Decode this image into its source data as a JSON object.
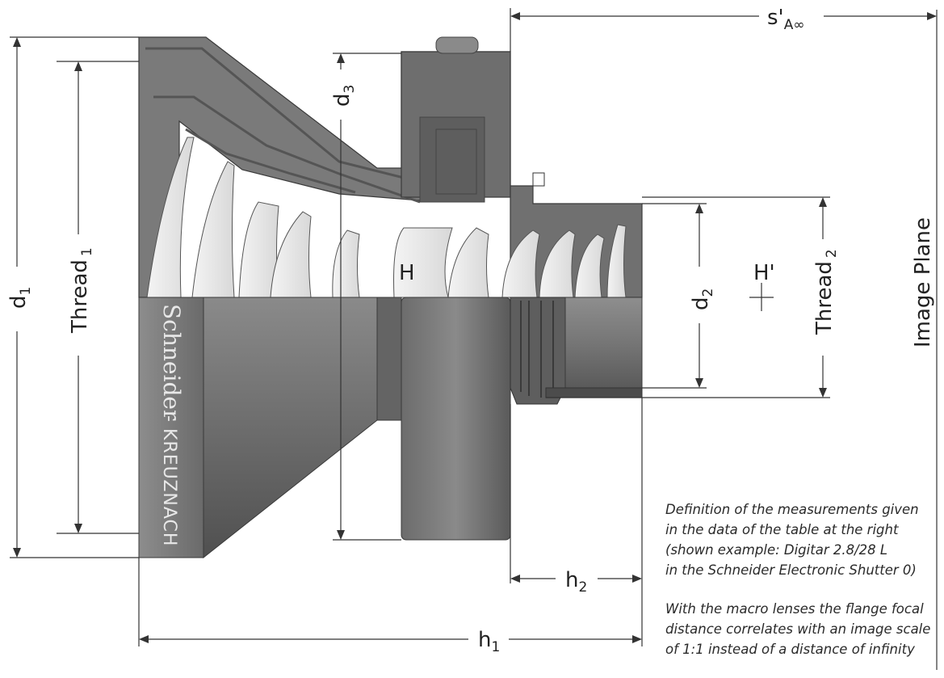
{
  "labels": {
    "s_prime": "s'",
    "s_prime_sub": "A∞",
    "d1": "d",
    "d1_sub": "1",
    "thread1": "Thread",
    "thread1_sub": "1",
    "d3": "d",
    "d3_sub": "3",
    "H": "H",
    "d2": "d",
    "d2_sub": "2",
    "H_prime": "H'",
    "thread2": "Thread",
    "thread2_sub": "2",
    "image_plane": "Image Plane",
    "h2": "h",
    "h2_sub": "2",
    "h1": "h",
    "h1_sub": "1"
  },
  "brand": {
    "name": "Schneider",
    "separator": "-",
    "location": "KREUZNACH"
  },
  "caption": {
    "paragraph1": "Definition of the measurements given\nin the data of the table at the right\n(shown example: Digitar 2.8/28 L\nin the Schneider Electronic Shutter 0)",
    "paragraph2": "With the macro lenses the flange focal\ndistance correlates with an image scale\nof 1:1 instead of a distance of infinity"
  }
}
